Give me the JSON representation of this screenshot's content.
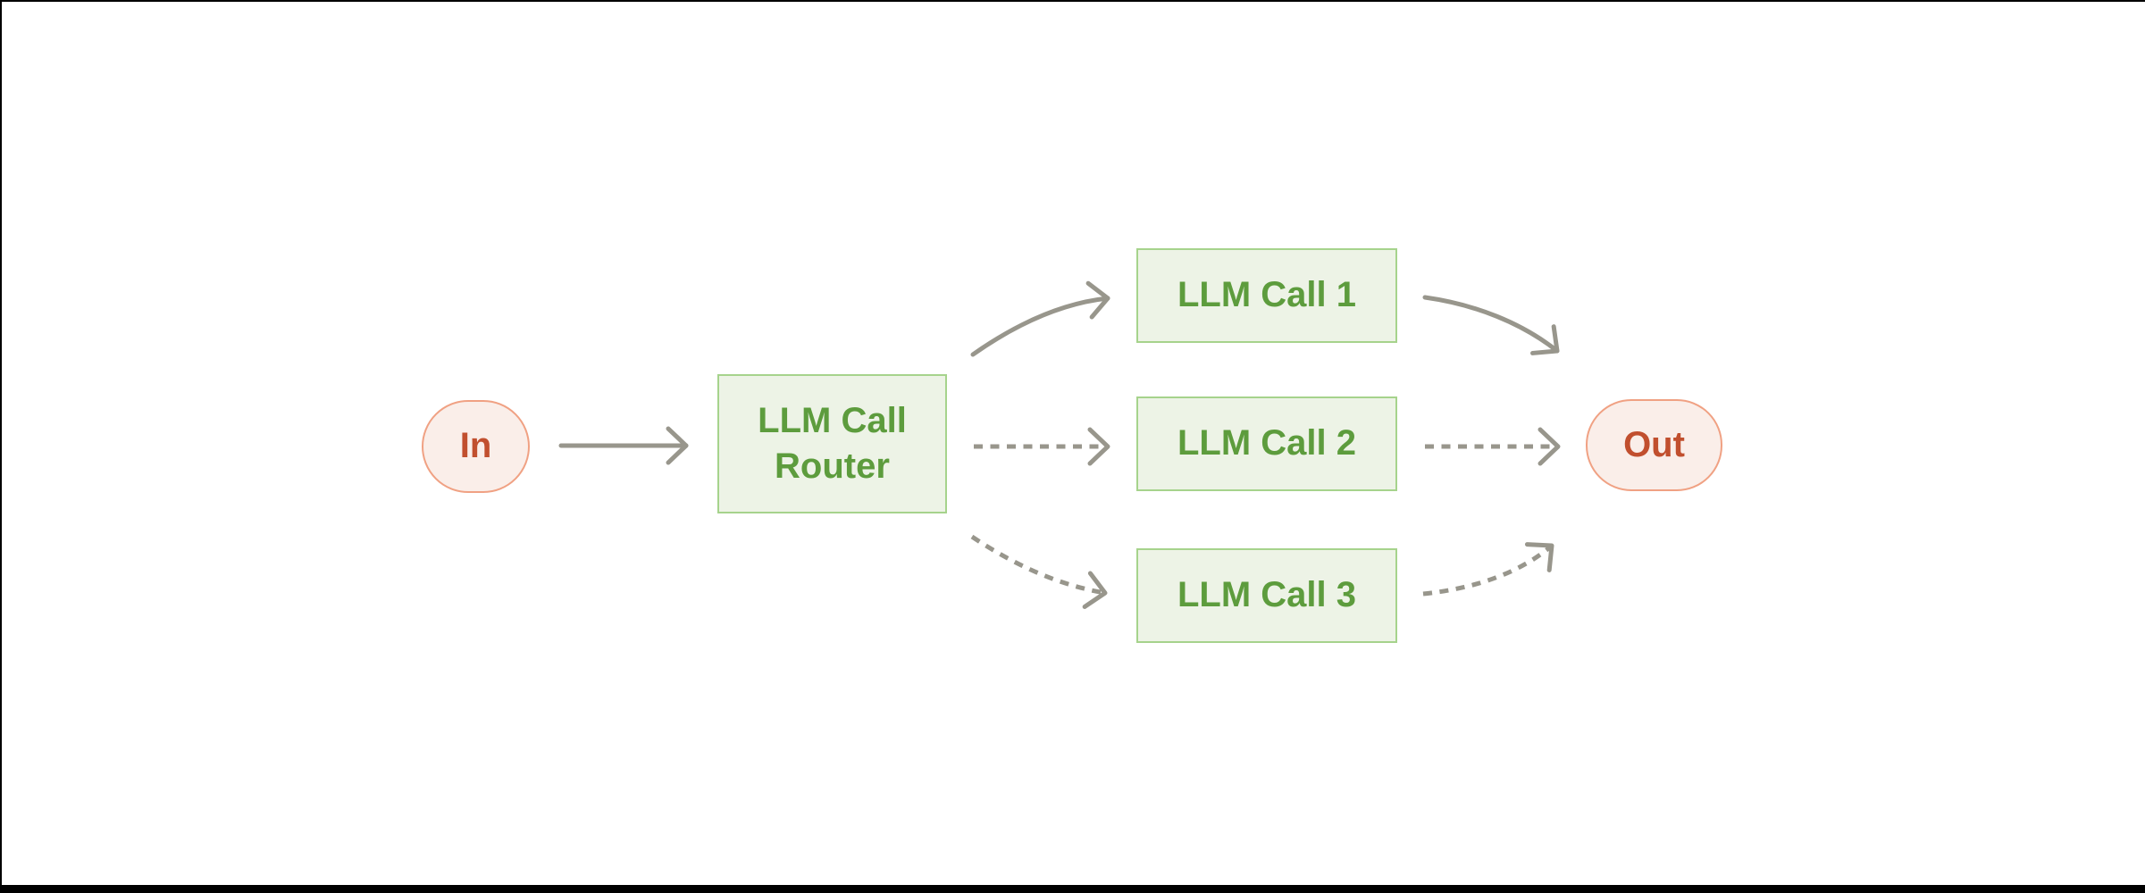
{
  "diagram": {
    "nodes": {
      "in": {
        "label": "In"
      },
      "router": {
        "label": "LLM Call Router"
      },
      "call1": {
        "label": "LLM Call 1"
      },
      "call2": {
        "label": "LLM Call 2"
      },
      "call3": {
        "label": "LLM Call 3"
      },
      "out": {
        "label": "Out"
      }
    },
    "edges": [
      {
        "from": "in",
        "to": "router",
        "style": "solid"
      },
      {
        "from": "router",
        "to": "call1",
        "style": "solid"
      },
      {
        "from": "router",
        "to": "call2",
        "style": "dashed"
      },
      {
        "from": "router",
        "to": "call3",
        "style": "dashed"
      },
      {
        "from": "call1",
        "to": "out",
        "style": "solid"
      },
      {
        "from": "call2",
        "to": "out",
        "style": "dashed"
      },
      {
        "from": "call3",
        "to": "out",
        "style": "dashed"
      }
    ],
    "colors": {
      "background": "#FFFFFF",
      "box_fill": "#EDF3E6",
      "box_border": "#A6D38C",
      "box_text": "#5D9C3D",
      "terminal_fill": "#FAEEE9",
      "terminal_border": "#F0A183",
      "terminal_text": "#C14F2E",
      "arrow": "#98968C",
      "frame": "#000000"
    }
  }
}
